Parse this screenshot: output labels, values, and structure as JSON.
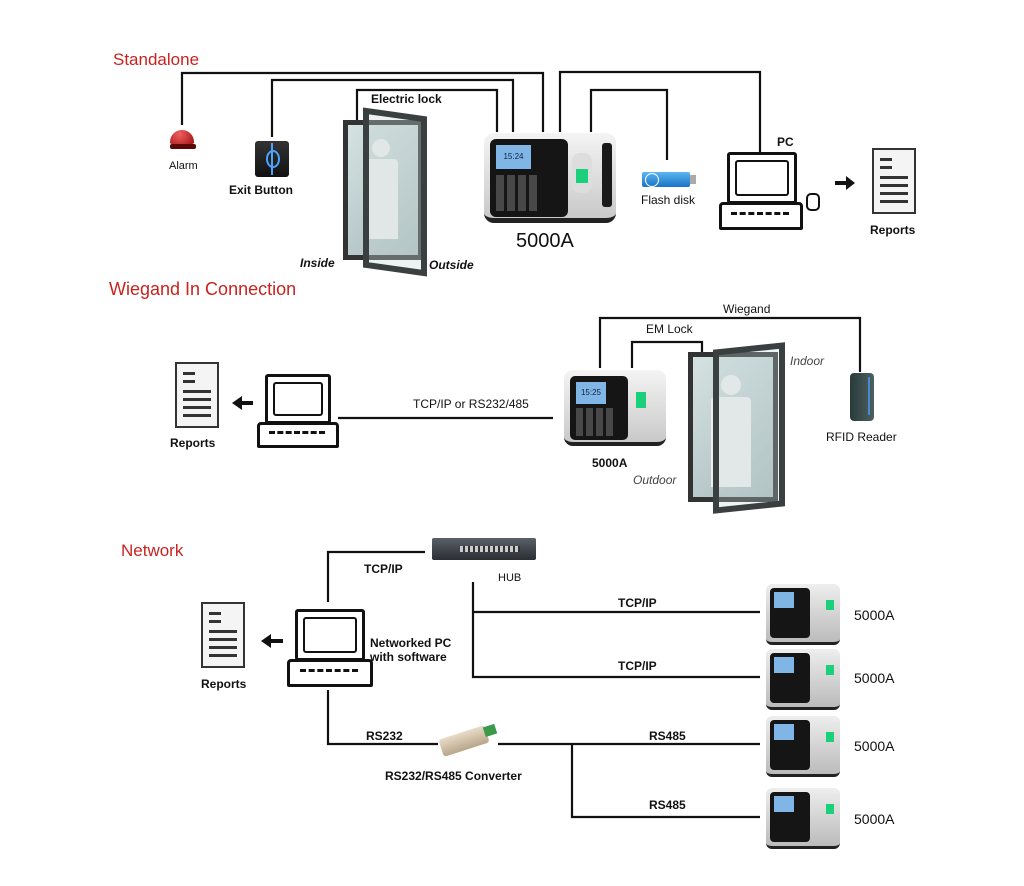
{
  "sections": {
    "standalone": {
      "title": "Standalone",
      "alarm": "Alarm",
      "exit_button": "Exit Button",
      "electric_lock": "Electric lock",
      "inside": "Inside",
      "outside": "Outside",
      "device": "5000A",
      "device_time": "15:24",
      "flash_disk": "Flash disk",
      "pc": "PC",
      "reports": "Reports"
    },
    "wiegand": {
      "title": "Wiegand In Connection",
      "reports": "Reports",
      "link": "TCP/IP or RS232/485",
      "wiegand": "Wiegand",
      "em_lock": "EM Lock",
      "indoor": "Indoor",
      "outdoor": "Outdoor",
      "device": "5000A",
      "device_time": "15:25",
      "rfid_reader": "RFID Reader"
    },
    "network": {
      "title": "Network",
      "tcpip_pc": "TCP/IP",
      "hub": "HUB",
      "reports": "Reports",
      "pc_label_1": "Networked PC",
      "pc_label_2": "with software",
      "rs232": "RS232",
      "converter": "RS232/RS485 Converter",
      "links": [
        {
          "label": "TCP/IP",
          "device": "5000A"
        },
        {
          "label": "TCP/IP",
          "device": "5000A"
        },
        {
          "label": "RS485",
          "device": "5000A"
        },
        {
          "label": "RS485",
          "device": "5000A"
        }
      ]
    }
  },
  "colors": {
    "section_title": "#c8231f",
    "wire": "#111111",
    "lcd": "#7fb6e6",
    "fingerprint": "#1ad07a"
  }
}
